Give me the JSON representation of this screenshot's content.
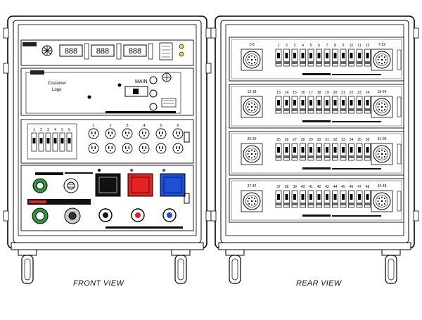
{
  "front": {
    "caption": "FRONT VIEW",
    "panel": {
      "customer_logo_line1": "Customer",
      "customer_logo_line2": "Logo",
      "main_label": "MAIN",
      "meter_digits": [
        "888",
        "888",
        "888"
      ],
      "breaker_numbers": [
        "1",
        "2",
        "3",
        "4",
        "5",
        "6"
      ],
      "outlet_numbers": [
        "1",
        "2",
        "3",
        "4",
        "5",
        "6"
      ]
    },
    "connector_colors": {
      "black": "#111111",
      "red": "#e32222",
      "blue": "#1f4fd6",
      "green": "#2a9a3a",
      "yellow": "#e8d23a"
    }
  },
  "rear": {
    "caption": "REAR VIEW",
    "sections": [
      {
        "left_label": "1-6",
        "right_label": "7-12",
        "channels": [
          "1",
          "2",
          "3",
          "4",
          "5",
          "6",
          "7",
          "8",
          "9",
          "10",
          "11",
          "12"
        ]
      },
      {
        "left_label": "13-18",
        "right_label": "19-24",
        "channels": [
          "13",
          "14",
          "15",
          "16",
          "17",
          "18",
          "19",
          "20",
          "21",
          "22",
          "23",
          "24"
        ]
      },
      {
        "left_label": "25-30",
        "right_label": "31-36",
        "channels": [
          "25",
          "26",
          "27",
          "28",
          "29",
          "30",
          "31",
          "32",
          "33",
          "34",
          "35",
          "36"
        ]
      },
      {
        "left_label": "37-42",
        "right_label": "43-48",
        "channels": [
          "37",
          "38",
          "39",
          "40",
          "41",
          "42",
          "43",
          "44",
          "45",
          "46",
          "47",
          "48"
        ]
      }
    ]
  }
}
